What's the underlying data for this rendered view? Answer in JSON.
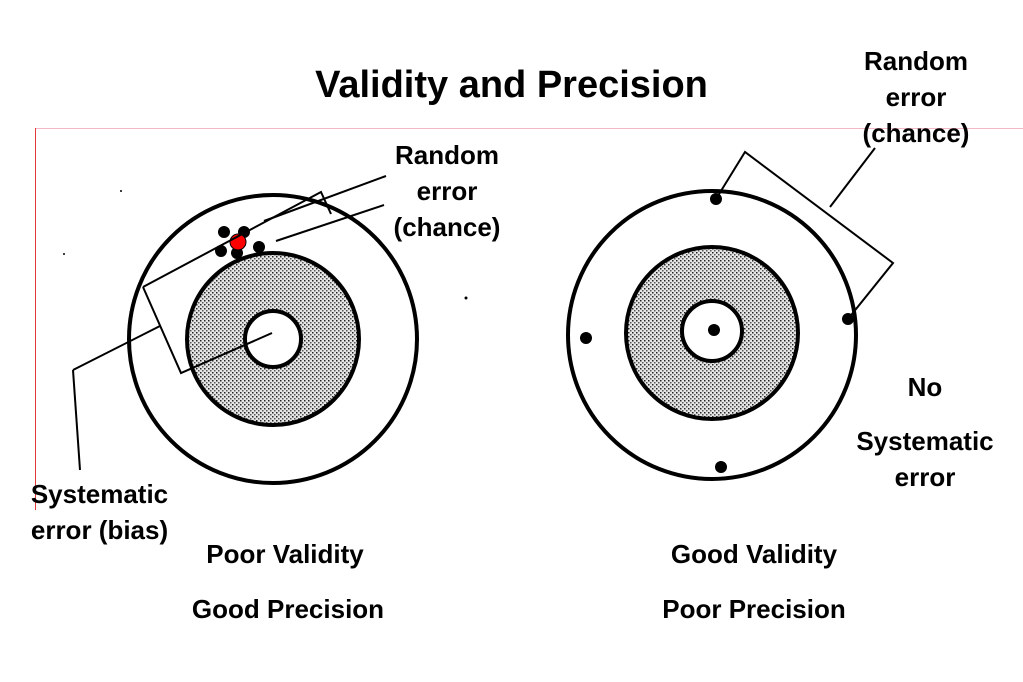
{
  "title": "Validity and Precision",
  "left_target": {
    "random_error": [
      "Random",
      "error",
      "(chance)"
    ],
    "systematic_error": [
      "Systematic",
      "error (bias)"
    ],
    "validity": "Poor Validity",
    "precision": "Good Precision"
  },
  "right_target": {
    "random_error": [
      "Random",
      "error",
      "(chance)"
    ],
    "no_systematic_error": [
      "No",
      "Systematic",
      "error"
    ],
    "validity": "Good Validity",
    "precision": "Poor Precision"
  },
  "colors": {
    "ink": "#000000",
    "highlight_dot": "#ff0000",
    "stipple": "#9a9a9a"
  }
}
